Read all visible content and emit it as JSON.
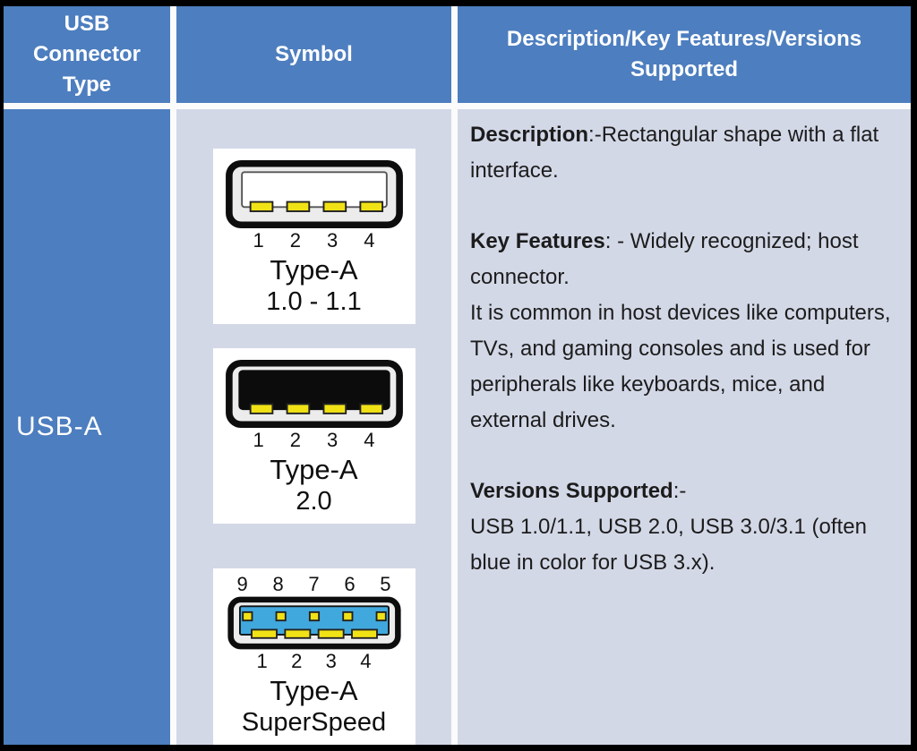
{
  "colors": {
    "header_blue": "#4d7ebf",
    "cell_lavender": "#d3d8e7",
    "frame_black": "#000000",
    "card_white": "#ffffff",
    "pin_yellow": "#f1e216",
    "superspeed_blue": "#41a8dd",
    "header_text": "#ffffff",
    "body_text": "#1c1c1c"
  },
  "table": {
    "headers": [
      "USB Connector Type",
      "Symbol",
      "Description/Key Features/Versions Supported"
    ],
    "row": {
      "type_label": "USB-A",
      "symbols": [
        {
          "variant": "usb-1x",
          "pins_bottom": [
            "1",
            "2",
            "3",
            "4"
          ],
          "title": "Type-A",
          "subtitle": "1.0 - 1.1"
        },
        {
          "variant": "usb-2.0",
          "pins_bottom": [
            "1",
            "2",
            "3",
            "4"
          ],
          "title": "Type-A",
          "subtitle": "2.0"
        },
        {
          "variant": "usb-superspeed",
          "pins_top": [
            "9",
            "8",
            "7",
            "6",
            "5"
          ],
          "pins_bottom": [
            "1",
            "2",
            "3",
            "4"
          ],
          "title": "Type-A",
          "subtitle": "SuperSpeed"
        }
      ],
      "description_sections": [
        {
          "label": "Description",
          "sep": ":-",
          "inline": "Rectangular shape with a flat interface.",
          "block": ""
        },
        {
          "label": "Key Features",
          "sep": ": - ",
          "inline": "Widely recognized; host connector.",
          "block": "It is common in host devices like computers, TVs, and gaming consoles and is used for peripherals like keyboards, mice, and external drives."
        },
        {
          "label": "Versions Supported",
          "sep": ":-",
          "inline": "",
          "block": "USB 1.0/1.1, USB 2.0, USB 3.0/3.1 (often blue in color for USB 3.x)."
        }
      ]
    }
  }
}
